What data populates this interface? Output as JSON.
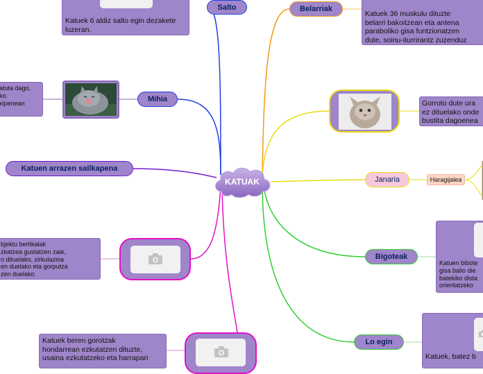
{
  "center": {
    "label": "KATUAK"
  },
  "branches": {
    "salto": {
      "label": "Salto",
      "color": "#1f3fe0"
    },
    "mihia": {
      "label": "Mihia",
      "color": "#1f3fe0"
    },
    "sailkapena": {
      "label": "Katuen arrazen sailkapena",
      "color": "#6f1ad0"
    },
    "belarriak": {
      "label": "Belarriak",
      "color": "#f59a14"
    },
    "janaria": {
      "label": "Janaria",
      "color": "#e8dc12"
    },
    "bigoteak": {
      "label": "Bigoteak",
      "color": "#2fcf2f"
    },
    "lo_egin": {
      "label": "Lo egin",
      "color": "#2fcf2f"
    }
  },
  "subtopics": {
    "haragijalea": {
      "label": "Haragijalea"
    }
  },
  "notes": {
    "salto": "Katuek 6 aldiz salto egin dezakete\nluzeran.",
    "mihia": "atuta dago,\nko.\nxipenean",
    "belarriak": "Katuek 36 muskulu dituzte\nbelarri bakoitzean eta antena\nparaboliko gisa funtzionatzen\ndute, soinu-iturrirantz zuzenduz",
    "gorroto": "Gorroto dute ura\nez dituelako onde\nbustita dagoenea",
    "vertical": "bjektu bertikalak\nzkatzea gustatzen zaie,\nn dituelako, zirkulazioa\nen duelako eta gorputza\nzen duelako.",
    "gorotzak": "Katuek beren gorotzak\nhondarrean ezkutatzen dituzte,\nusaina ezkutatzeko eta harrapari",
    "bigoteak": "Katuen bibote\ngisa balio die\nbatekiko dista\norientatzeko",
    "lo": "Katuek, batez b"
  },
  "icons": {
    "camera": "camera-icon",
    "cat_grey": "grey-cat-photo",
    "cat_white": "white-cat-photo"
  }
}
